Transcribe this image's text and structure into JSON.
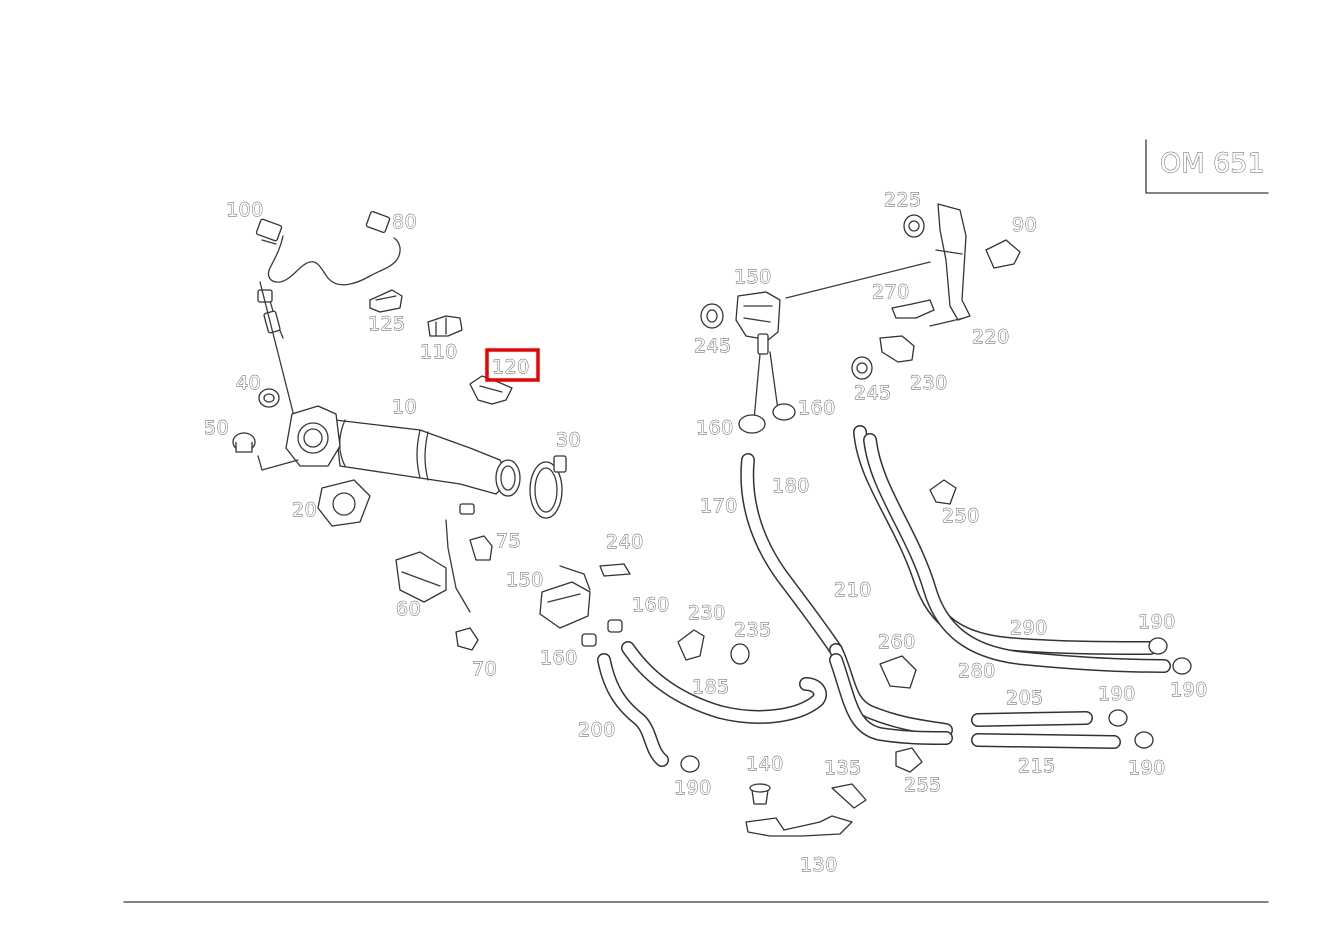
{
  "diagram": {
    "model_code": "OM 651",
    "highlight_color": "#ee0000",
    "highlighted_part": "120",
    "callouts": {
      "p100": "100",
      "p80": "80",
      "p125": "125",
      "p110": "110",
      "p120": "120",
      "p40": "40",
      "p10": "10",
      "p50": "50",
      "p30": "30",
      "p20": "20",
      "p75": "75",
      "p60": "60",
      "p70": "70",
      "p150a": "150",
      "p245a": "245",
      "p160a": "160",
      "p160b": "160",
      "p225": "225",
      "p90": "90",
      "p270": "270",
      "p220": "220",
      "p230a": "230",
      "p245b": "245",
      "p170": "170",
      "p180": "180",
      "p250": "250",
      "p240": "240",
      "p150b": "150",
      "p160c": "160",
      "p160d": "160",
      "p230b": "230",
      "p235": "235",
      "p210": "210",
      "p260": "260",
      "p290": "290",
      "p190a": "190",
      "p280": "280",
      "p190b": "190",
      "p185": "185",
      "p205": "205",
      "p190c": "190",
      "p200": "200",
      "p215": "215",
      "p190d": "190",
      "p140": "140",
      "p135": "135",
      "p255": "255",
      "p190e": "190",
      "p130": "130"
    }
  }
}
